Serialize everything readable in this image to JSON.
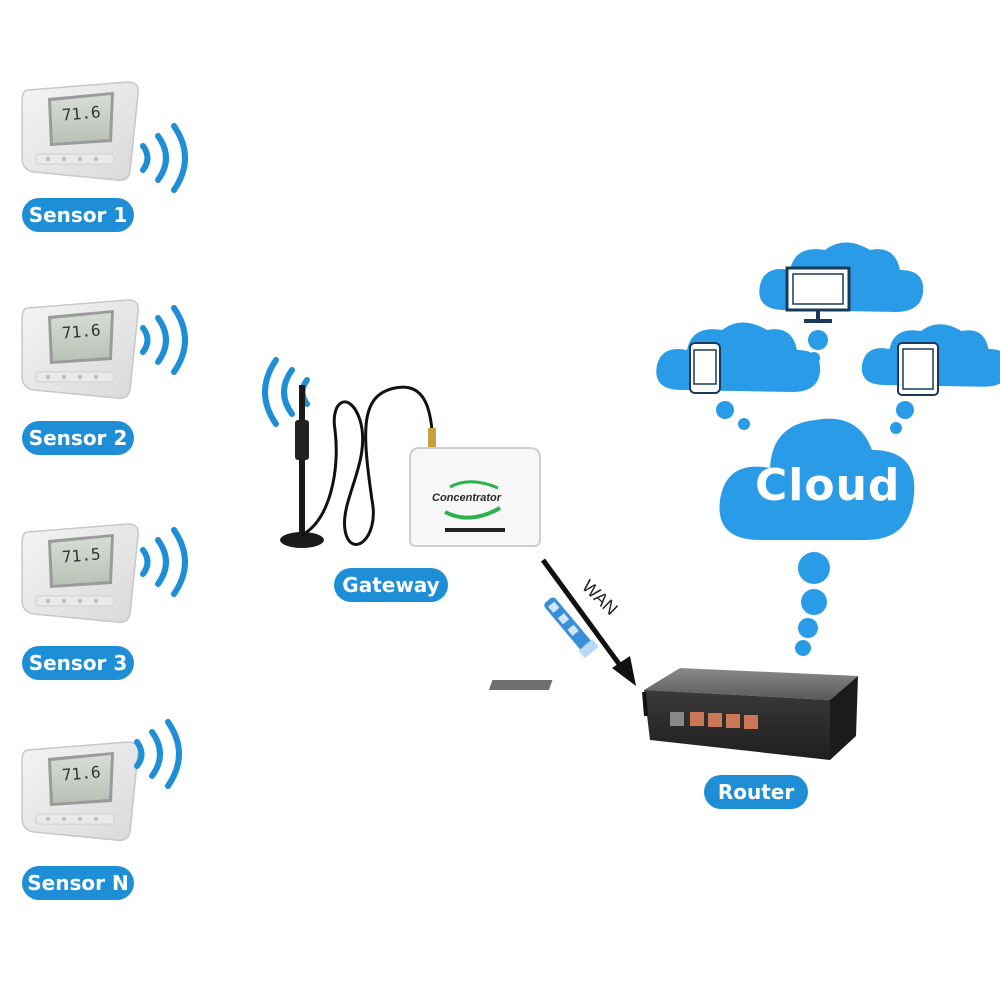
{
  "colors": {
    "accent": "#1e8fd6",
    "cloud": "#2a9be6",
    "cloud_dark": "#1a7cc2"
  },
  "sensors": [
    {
      "label": "Sensor 1",
      "reading": "71.6"
    },
    {
      "label": "Sensor 2",
      "reading": "71.6"
    },
    {
      "label": "Sensor 3",
      "reading": "71.5"
    },
    {
      "label": "Sensor N",
      "reading": "71.6"
    }
  ],
  "gateway": {
    "label": "Gateway",
    "device_text": "Concentrator"
  },
  "link": {
    "label": "WAN"
  },
  "router": {
    "label": "Router"
  },
  "cloud": {
    "label": "Cloud",
    "clients": [
      "phone-icon",
      "monitor-icon",
      "tablet-icon"
    ]
  }
}
